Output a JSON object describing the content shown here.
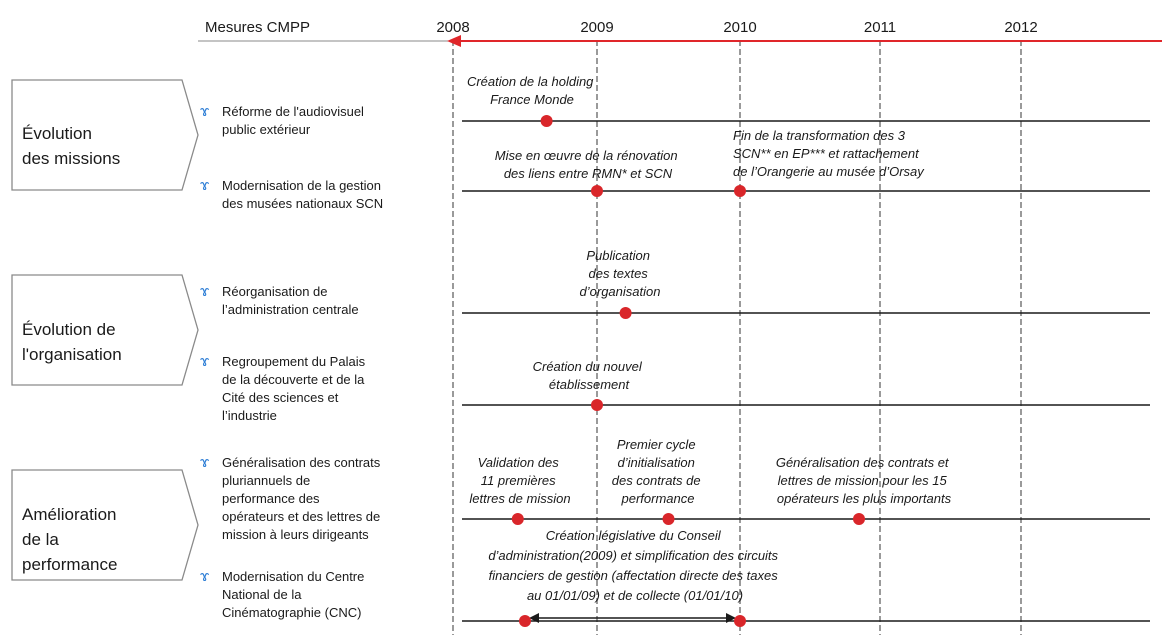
{
  "header": {
    "title": "Mesures CMPP",
    "years": [
      "2008",
      "2009",
      "2010",
      "2011",
      "2012"
    ]
  },
  "colors": {
    "accent": "#e0262a",
    "dot": "#d9262a",
    "bullet": "#2f7fd6",
    "grid": "#9a9a9a",
    "chevron": "#8a8a8a"
  },
  "categories": [
    {
      "id": "missions",
      "lines": [
        "Évolution",
        "des missions"
      ]
    },
    {
      "id": "organisation",
      "lines": [
        "Évolution de",
        "l'organisation"
      ]
    },
    {
      "id": "performance",
      "lines": [
        "Amélioration",
        "de la",
        "performance"
      ]
    }
  ],
  "bullet_glyph": "ɤ",
  "measures": [
    {
      "id": "m1",
      "lines": [
        "Réforme de l'audiovisuel",
        "public extérieur"
      ]
    },
    {
      "id": "m2",
      "lines": [
        "Modernisation de la gestion",
        "des musées nationaux SCN"
      ]
    },
    {
      "id": "m3",
      "lines": [
        "Réorganisation de",
        "l’administration centrale"
      ]
    },
    {
      "id": "m4",
      "lines": [
        "Regroupement du Palais",
        "de la découverte et de la",
        "Cité des sciences et",
        "l’industrie"
      ]
    },
    {
      "id": "m5",
      "lines": [
        "Généralisation des contrats",
        "pluriannuels de",
        "performance des",
        "opérateurs et des lettres de",
        "mission à leurs dirigeants"
      ]
    },
    {
      "id": "m6",
      "lines": [
        "Modernisation du Centre",
        "National de la",
        "Cinématographie (CNC)"
      ]
    }
  ],
  "annotations": [
    {
      "id": "a1",
      "lines": [
        "Création de la holding",
        "France Monde"
      ]
    },
    {
      "id": "a2",
      "lines": [
        "Mise en œuvre de la rénovation",
        "des liens entre RMN* et SCN"
      ]
    },
    {
      "id": "a3",
      "lines": [
        "Fin de la transformation des 3",
        "SCN** en EP*** et rattachement",
        "de l’Orangerie au musée d’Orsay"
      ]
    },
    {
      "id": "a4",
      "lines": [
        "Publication",
        "des textes",
        "d’organisation"
      ]
    },
    {
      "id": "a5",
      "lines": [
        "Création du nouvel",
        "établissement"
      ]
    },
    {
      "id": "a6",
      "lines": [
        "Validation des",
        "11 premières",
        "lettres de mission"
      ]
    },
    {
      "id": "a7",
      "lines": [
        "Premier cycle",
        "d’initialisation",
        "des contrats de",
        "performance"
      ]
    },
    {
      "id": "a8",
      "lines": [
        "Généralisation des contrats et",
        "lettres de mission pour les 15",
        "opérateurs les plus importants"
      ]
    },
    {
      "id": "a9",
      "lines": [
        "Création législative du Conseil",
        "d’administration(2009) et simplification des circuits",
        "financiers de gestion (affectation directe des taxes",
        "au 01/01/09) et de collecte (01/01/10)"
      ]
    }
  ],
  "events": [
    {
      "measure": "m1",
      "date": 2008.65
    },
    {
      "measure": "m2",
      "date": 2009.0
    },
    {
      "measure": "m2",
      "date": 2010.0
    },
    {
      "measure": "m3",
      "date": 2009.2
    },
    {
      "measure": "m4",
      "date": 2009.0
    },
    {
      "measure": "m5",
      "date": 2008.45
    },
    {
      "measure": "m5",
      "date": 2009.5
    },
    {
      "measure": "m5",
      "date": 2010.85
    },
    {
      "measure": "m6",
      "date": 2008.5
    },
    {
      "measure": "m6",
      "date": 2010.0
    }
  ],
  "range_arrow": {
    "measure": "m6",
    "from": 2008.5,
    "to": 2010.0
  }
}
